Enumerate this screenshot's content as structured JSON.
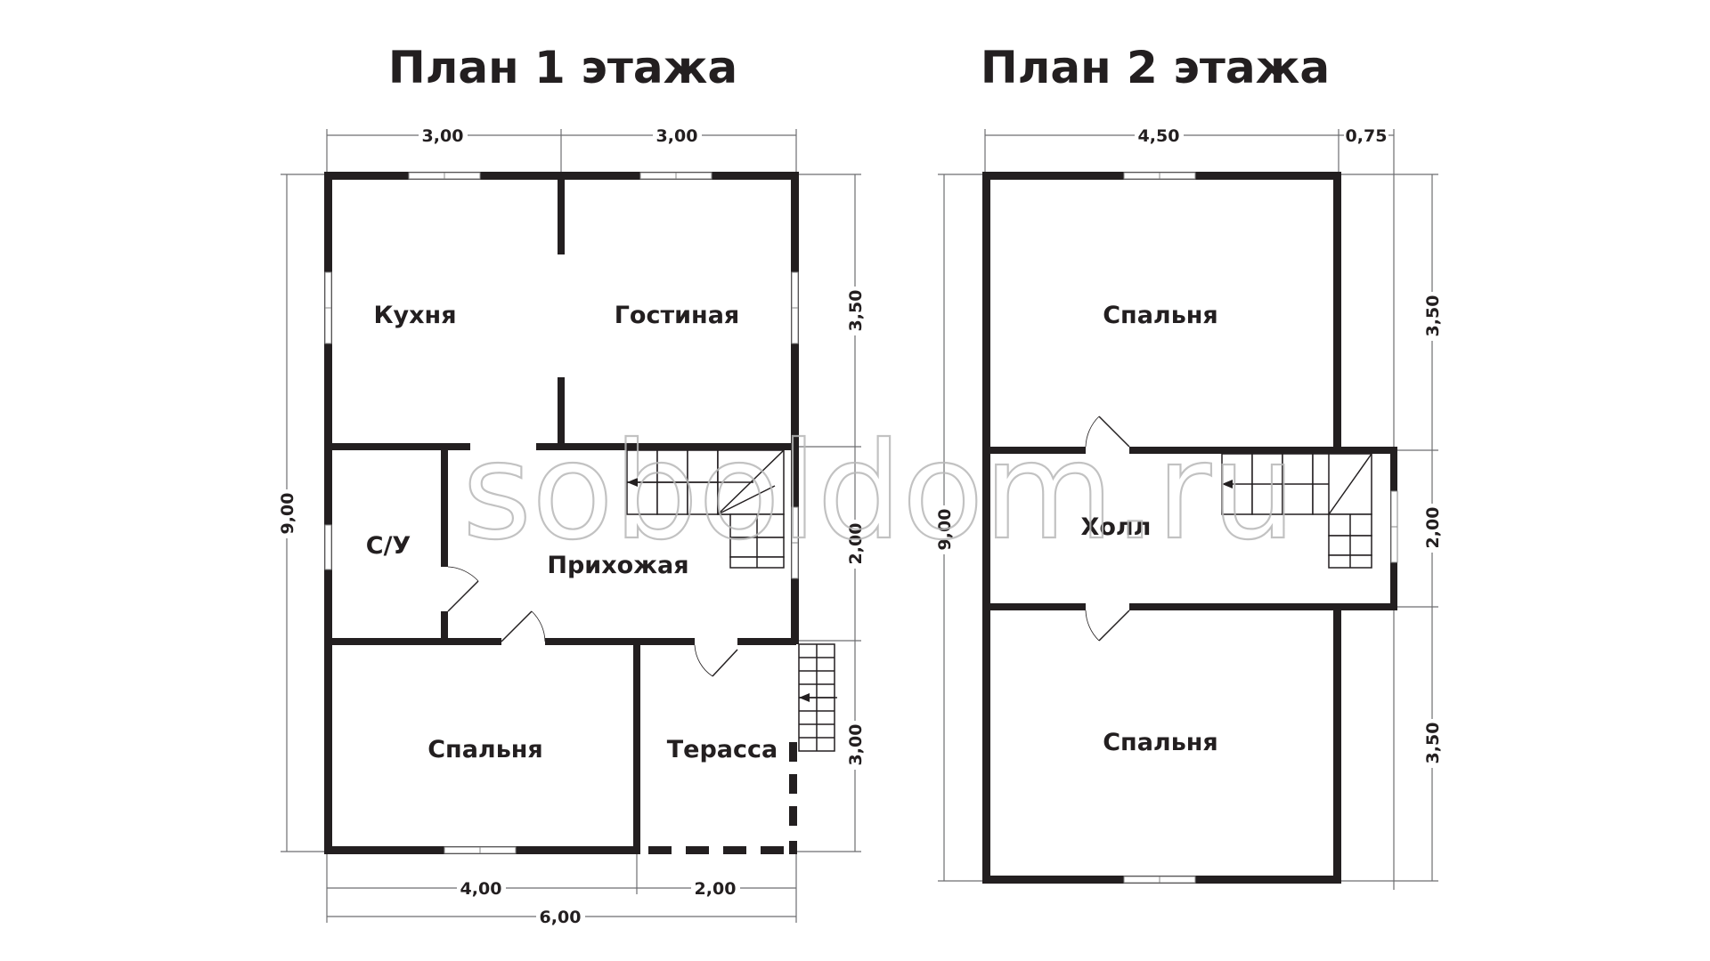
{
  "titles": {
    "floor1": "План 1 этажа",
    "floor2": "План 2 этажа"
  },
  "rooms": {
    "kitchen": "Кухня",
    "living": "Гостиная",
    "bath": "С/У",
    "hall": "Прихожая",
    "bedroom1": "Спальня",
    "terrace": "Терасса",
    "bedroom2a": "Спальня",
    "hall2": "Холл",
    "bedroom2b": "Спальня"
  },
  "dimensions": {
    "f1_top_left": "3,00",
    "f1_top_right": "3,00",
    "f1_left_total": "9,00",
    "f1_right_upper": "3,50",
    "f1_right_middle": "2,00",
    "f1_right_lower": "3,00",
    "f1_bottom_left": "4,00",
    "f1_bottom_right": "2,00",
    "f1_bottom_total": "6,00",
    "f2_top_main": "4,50",
    "f2_top_ext": "0,75",
    "f2_left_total": "9,00",
    "f2_right_upper": "3,50",
    "f2_right_middle": "2,00",
    "f2_right_lower": "3,50"
  },
  "watermark": "soboldom.ru",
  "colors": {
    "wall": "#231f20",
    "dimension_line": "#6d6e70",
    "watermark": "#b8b8b8"
  }
}
